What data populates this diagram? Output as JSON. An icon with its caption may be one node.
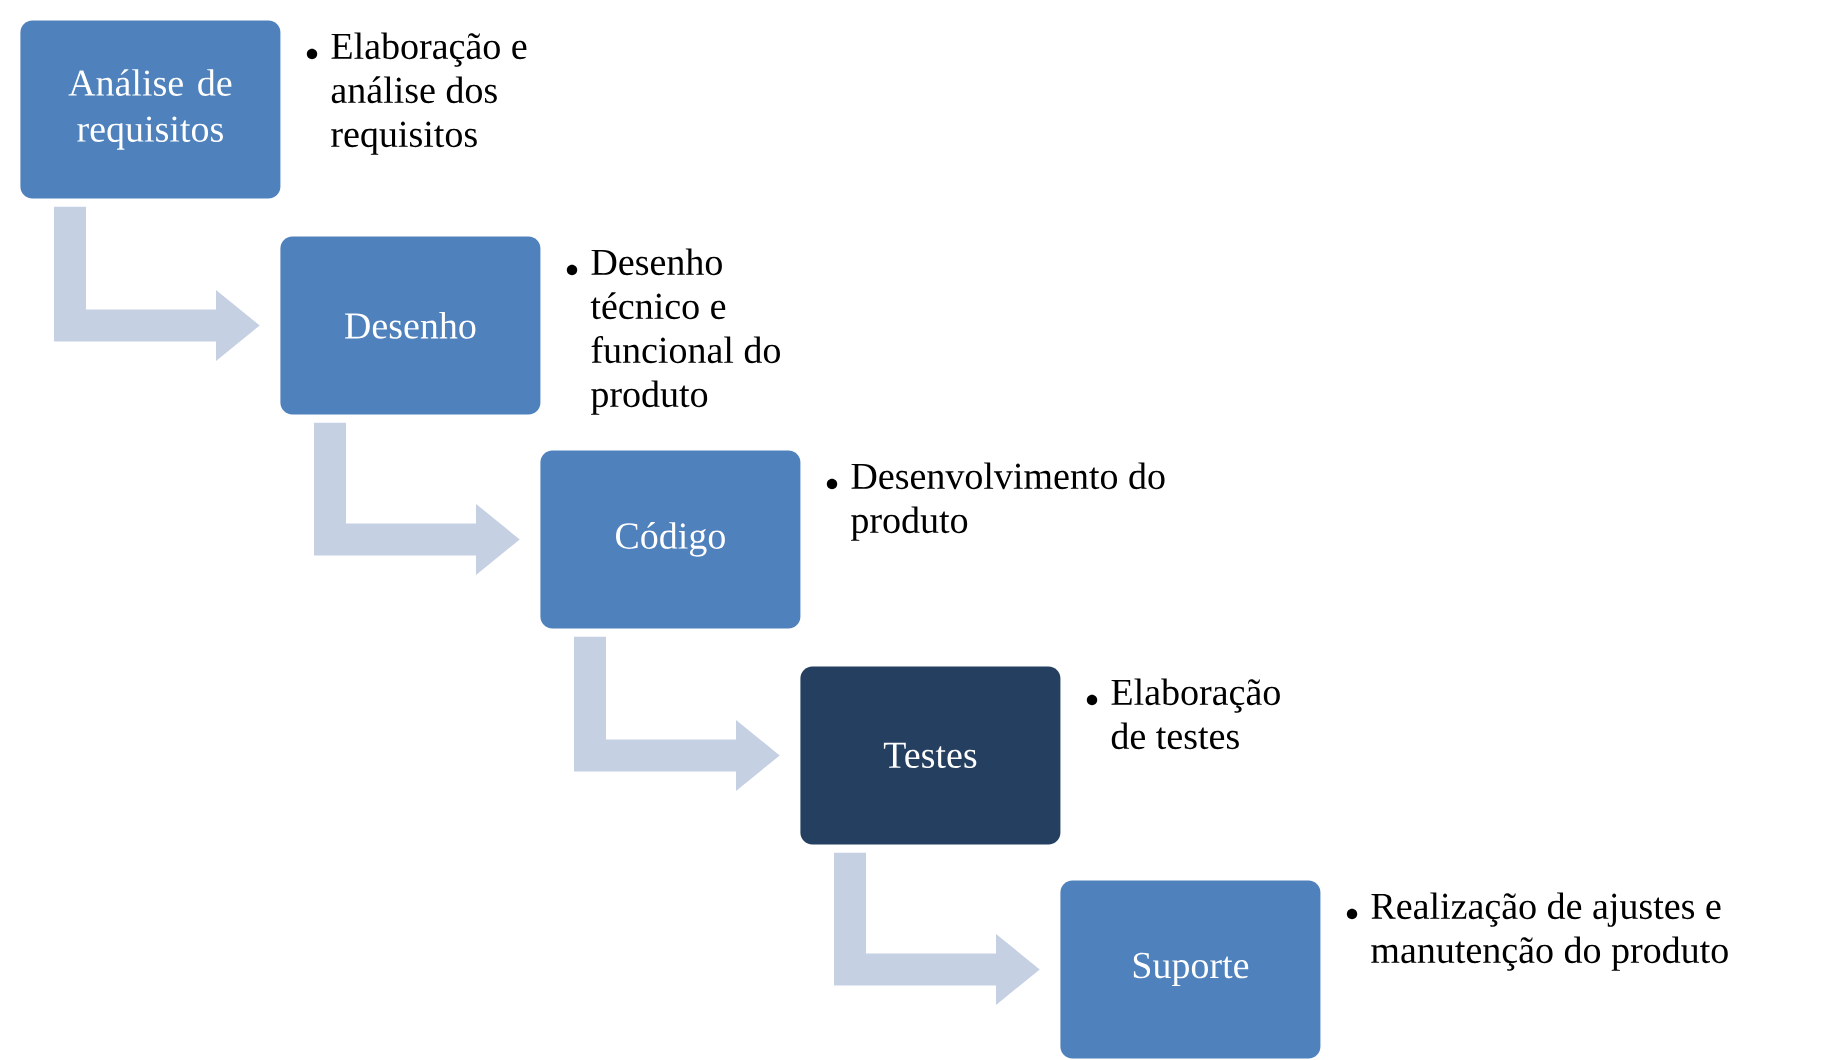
{
  "diagram": {
    "nodes": [
      {
        "text": [
          "Análise de requisitos"
        ],
        "beside": [
          "Elaboração e análise dos requisitos"
        ]
      },
      {
        "text": [
          "Desenho"
        ],
        "beside": [
          "Desenho técnico e funcional do produto"
        ]
      },
      {
        "text": [
          "Código"
        ],
        "beside": [
          "Desenvolvimento do produto"
        ]
      },
      {
        "text": [
          "Testes"
        ],
        "beside": [
          "Elaboração de testes"
        ]
      },
      {
        "text": [
          "Suporte"
        ],
        "beside": [
          "Realização de ajustes e manutenção do produto"
        ]
      }
    ],
    "edges": [
      {
        "from": 0,
        "to": 1,
        "arrow": "to"
      },
      {
        "from": 1,
        "to": 2,
        "arrow": "to"
      },
      {
        "from": 2,
        "to": 3,
        "arrow": "to"
      },
      {
        "from": 3,
        "to": 4,
        "arrow": "to"
      }
    ]
  }
}
